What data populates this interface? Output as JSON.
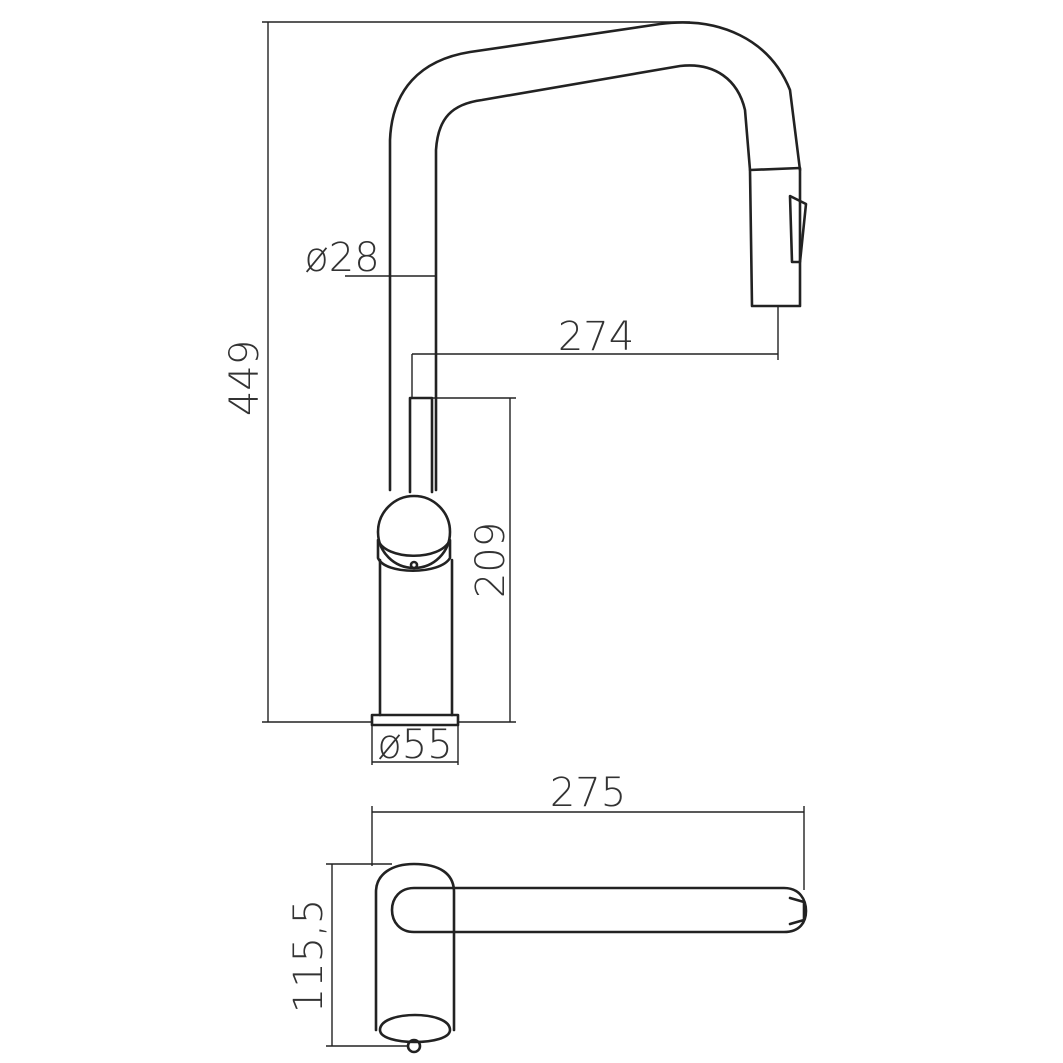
{
  "dimensions": {
    "diameter_pipe": "ø28",
    "reach_side": "274",
    "total_height": "449",
    "body_height": "209",
    "diameter_base": "ø55",
    "reach_top": "275",
    "depth_top": "115,5"
  },
  "colors": {
    "line": "#222222",
    "text": "#333333",
    "background": "#ffffff"
  }
}
